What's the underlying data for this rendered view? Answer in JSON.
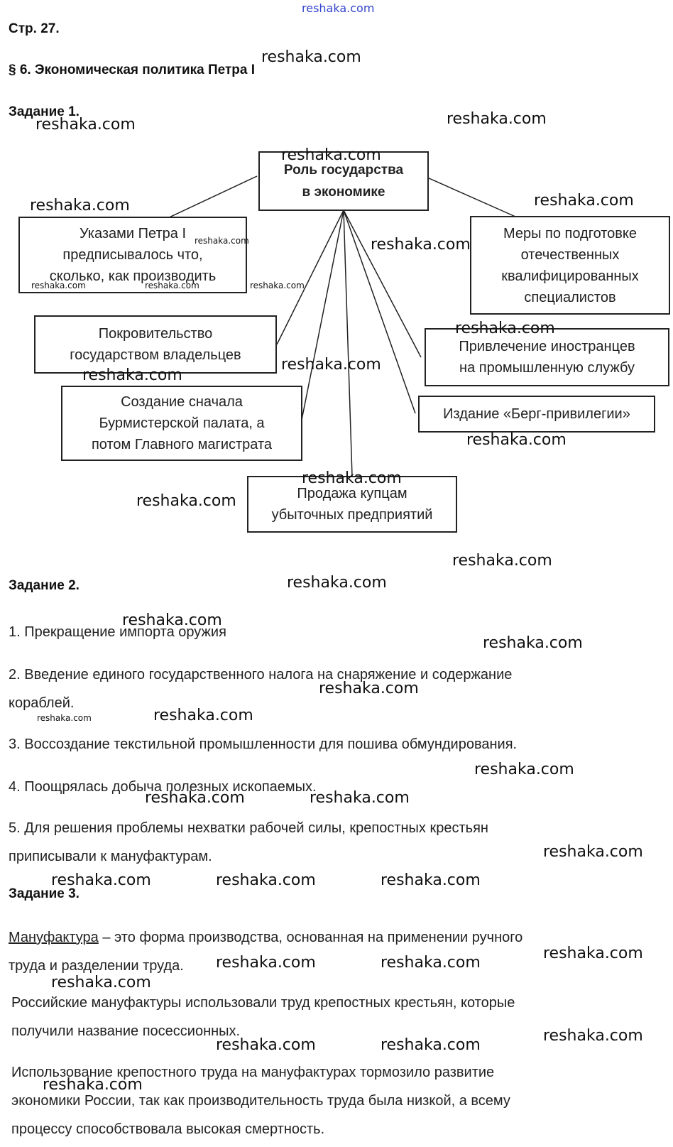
{
  "page": {
    "number": "Стр. 27.",
    "section": "§ 6. Экономическая политика Петра I"
  },
  "task1": {
    "title": "Задание 1.",
    "center": [
      "Роль государства",
      "в экономике"
    ],
    "boxes": {
      "decrees": [
        "Указами Петра I",
        "предписывалось что,",
        "сколько, как производить"
      ],
      "patronage": [
        "Покровительство",
        "государством владельцев"
      ],
      "chamber": [
        "Создание сначала",
        "Бурмистерской палата, а",
        "потом Главного магистрата"
      ],
      "sale": [
        "Продажа купцам",
        "убыточных предприятий"
      ],
      "specialists": [
        "Меры по подготовке",
        "отечественных",
        "квалифицированных",
        "специалистов"
      ],
      "foreigners": [
        "Привлечение иностранцев",
        "на промышленную службу"
      ],
      "berg": [
        "Издание «Берг-привилегии»"
      ]
    }
  },
  "task2": {
    "title": "Задание 2.",
    "items": [
      "1. Прекращение импорта оружия",
      "2. Введение единого государственного налога на снаряжение и содержание",
      "кораблей.",
      "3. Воссоздание текстильной промышленности для пошива обмундирования.",
      "4. Поощрялась добыча полезных ископаемых.",
      "5. Для решения проблемы нехватки рабочей силы, крепостных крестьян",
      "приписывали к мануфактурам."
    ]
  },
  "task3": {
    "title": "Задание 3.",
    "term": "Мануфактура",
    "definition_line1": " – это форма производства, основанная на применении ручного",
    "definition_line2": "труда и разделении труда.",
    "para2": [
      "Российские мануфактуры использовали труд крепостных крестьян, которые",
      "получили название посессионных."
    ],
    "para3": [
      "Использование крепостного труда на мануфактурах тормозило развитие",
      "экономики России, так как производительность труда была низкой, а всему",
      "процессу способствовала высокая смертность."
    ]
  },
  "watermark": "reshaka.com"
}
